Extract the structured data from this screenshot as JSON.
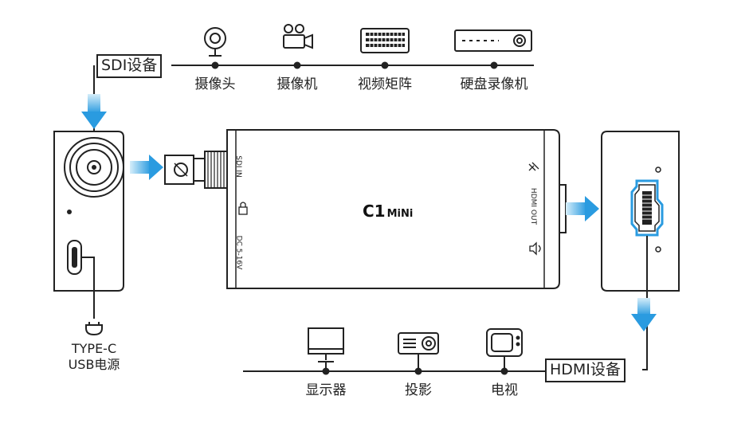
{
  "top_bus": {
    "tag": "SDI设备",
    "devices": [
      {
        "label": "摄像头",
        "icon": "webcam-icon"
      },
      {
        "label": "摄像机",
        "icon": "video-camera-icon"
      },
      {
        "label": "视频矩阵",
        "icon": "video-matrix-icon"
      },
      {
        "label": "硬盘录像机",
        "icon": "dvr-icon"
      }
    ]
  },
  "bottom_bus": {
    "tag": "HDMI设备",
    "devices": [
      {
        "label": "显示器",
        "icon": "monitor-icon"
      },
      {
        "label": "投影",
        "icon": "projector-icon"
      },
      {
        "label": "电视",
        "icon": "tv-icon"
      }
    ]
  },
  "converter": {
    "logo_main": "C1",
    "logo_sub": "MiNi",
    "port_sdi_in": "SDI IN",
    "port_dc": "DC 5-16V",
    "port_hdmi_out": "HDMI OUT"
  },
  "power": {
    "line1": "TYPE-C",
    "line2": "USB电源"
  },
  "colors": {
    "arrow_blue": "#2a9be0",
    "arrow_light": "#bfe3f7",
    "line": "#222222",
    "device_fill": "#ffffff"
  }
}
